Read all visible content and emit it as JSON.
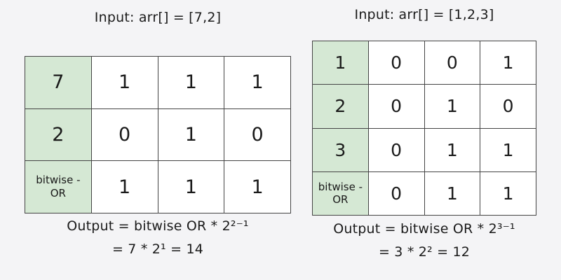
{
  "colors": {
    "background": "#f4f4f6",
    "highlight_cell": "#d5e8d4",
    "border": "#444444",
    "text": "#1a1a1a"
  },
  "left_panel": {
    "title": "Input: arr[] = [7,2]",
    "table": {
      "rows": [
        {
          "label": "7",
          "bits": [
            "1",
            "1",
            "1"
          ]
        },
        {
          "label": "2",
          "bits": [
            "0",
            "1",
            "0"
          ]
        },
        {
          "label": "bitwise -\nOR",
          "bits": [
            "1",
            "1",
            "1"
          ]
        }
      ]
    },
    "output_line1": "Output = bitwise OR * 2²⁻¹",
    "output_line2": "= 7 * 2¹ = 14"
  },
  "right_panel": {
    "title": "Input: arr[] = [1,2,3]",
    "table": {
      "rows": [
        {
          "label": "1",
          "bits": [
            "0",
            "0",
            "1"
          ]
        },
        {
          "label": "2",
          "bits": [
            "0",
            "1",
            "0"
          ]
        },
        {
          "label": "3",
          "bits": [
            "0",
            "1",
            "1"
          ]
        },
        {
          "label": "bitwise -\nOR",
          "bits": [
            "0",
            "1",
            "1"
          ]
        }
      ]
    },
    "output_line1": "Output = bitwise OR * 2³⁻¹",
    "output_line2": "= 3 * 2² = 12"
  }
}
